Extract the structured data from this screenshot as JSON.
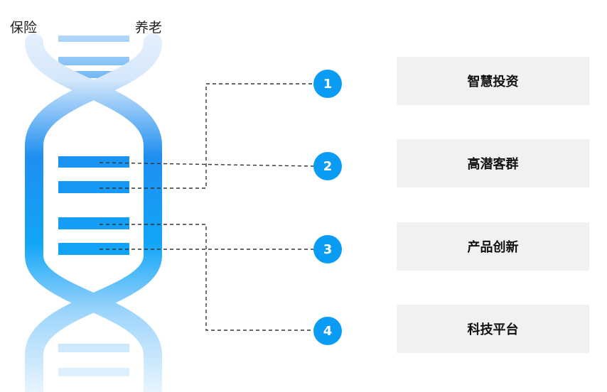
{
  "labels": {
    "left": "保险",
    "right": "养老"
  },
  "items": [
    {
      "number": "1",
      "label": "智慧投资"
    },
    {
      "number": "2",
      "label": "高潜客群"
    },
    {
      "number": "3",
      "label": "产品创新"
    },
    {
      "number": "4",
      "label": "科技平台"
    }
  ],
  "colors": {
    "accent": "#0a9bf5",
    "strand_light": "#e4f1fd",
    "strand_dark": "#1094f2",
    "box_bg": "#f1f1f1",
    "connector": "#333333"
  }
}
